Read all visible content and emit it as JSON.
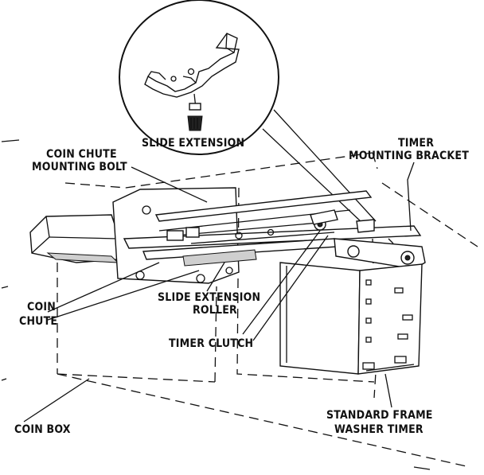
{
  "labels": {
    "slide_extension": "SLIDE EXTENSION",
    "coin_chute_mounting_bolt_1": "COIN CHUTE",
    "coin_chute_mounting_bolt_2": "MOUNTING BOLT",
    "timer_mounting_bracket_1": "TIMER",
    "timer_mounting_bracket_2": "MOUNTING BRACKET",
    "coin_chute_1": "COIN",
    "coin_chute_2": "CHUTE",
    "slide_extension_roller_1": "SLIDE EXTENSION",
    "slide_extension_roller_2": "ROLLER",
    "timer_clutch": "TIMER CLUTCH",
    "coin_box": "COIN BOX",
    "standard_frame_washer_timer_1": "STANDARD FRAME",
    "standard_frame_washer_timer_2": "WASHER TIMER"
  }
}
